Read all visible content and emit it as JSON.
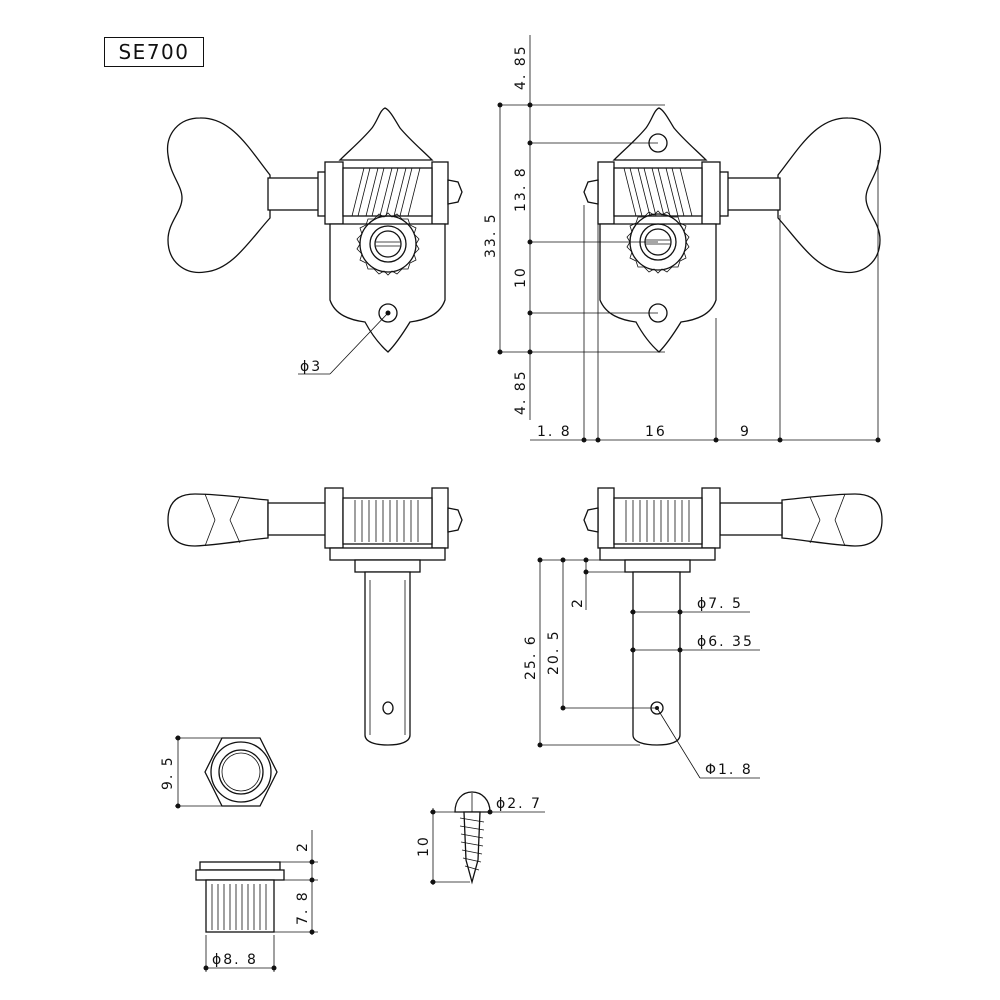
{
  "model": "SE700",
  "front_view": {
    "hole_diameter": "ϕ3",
    "dims_vertical": [
      "4. 85",
      "33. 5",
      "13. 8",
      "10",
      "4. 85"
    ],
    "dims_horizontal": [
      "1. 8",
      "16",
      "9"
    ]
  },
  "side_view": {
    "dims_vertical": [
      "2",
      "25. 6",
      "20. 5"
    ],
    "dims_diameter": [
      "ϕ7. 5",
      "ϕ6. 35",
      "Φ1. 8"
    ]
  },
  "bushing": {
    "hex_across": "9. 5",
    "height_top": "2",
    "height_body": "7. 8",
    "diameter": "ϕ8. 8"
  },
  "screw": {
    "diameter": "ϕ2. 7",
    "length": "10"
  }
}
